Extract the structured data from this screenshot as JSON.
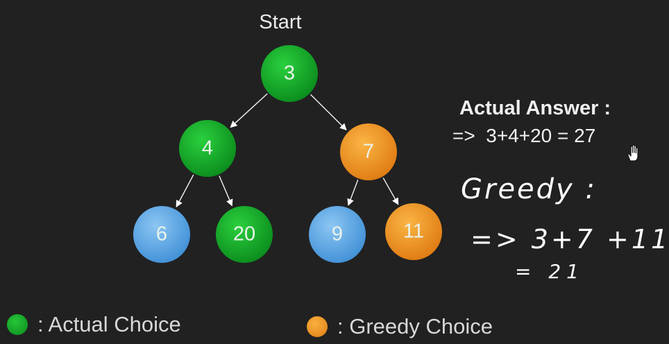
{
  "start_label": "Start",
  "colors": {
    "actual": "#16ad2a",
    "greedy": "#f09a26",
    "other": "#5da8e6",
    "background": "#212121"
  },
  "nodes": [
    {
      "id": "n3",
      "label": "3",
      "kind": "actual"
    },
    {
      "id": "n4",
      "label": "4",
      "kind": "actual"
    },
    {
      "id": "n7",
      "label": "7",
      "kind": "greedy"
    },
    {
      "id": "n6",
      "label": "6",
      "kind": "other"
    },
    {
      "id": "n20",
      "label": "20",
      "kind": "actual"
    },
    {
      "id": "n9",
      "label": "9",
      "kind": "other"
    },
    {
      "id": "n11",
      "label": "11",
      "kind": "greedy"
    }
  ],
  "edges": [
    {
      "from": "n3",
      "to": "n4"
    },
    {
      "from": "n3",
      "to": "n7"
    },
    {
      "from": "n4",
      "to": "n6"
    },
    {
      "from": "n4",
      "to": "n20"
    },
    {
      "from": "n7",
      "to": "n9"
    },
    {
      "from": "n7",
      "to": "n11"
    }
  ],
  "answer": {
    "title": "Actual Answer :",
    "line": "=>  3+4+20 = 27"
  },
  "greedy_notes": {
    "title": "Greedy :",
    "sum": "=> 3+7 +11",
    "result": "= 21"
  },
  "legend": {
    "actual": ": Actual Choice",
    "greedy": ": Greedy Choice"
  },
  "icons": {
    "cursor": "hand-pointer-icon"
  }
}
